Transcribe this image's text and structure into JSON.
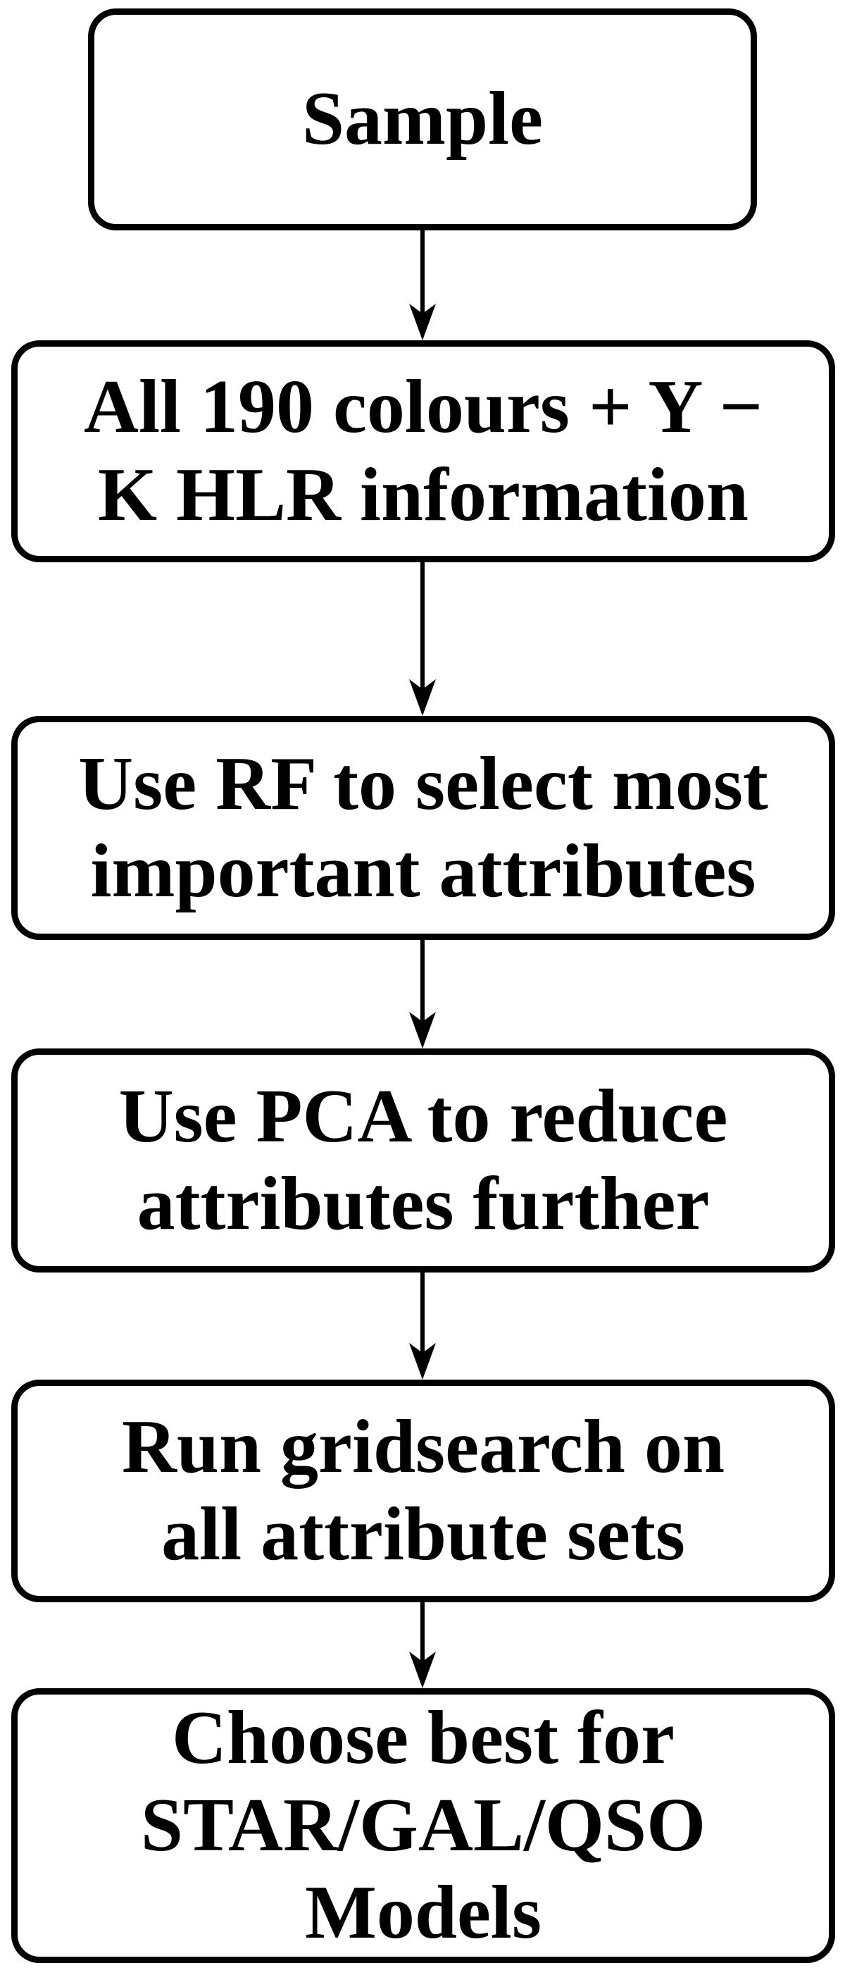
{
  "figure": {
    "type": "flowchart",
    "direction": "top-down",
    "background_color": "#ffffff",
    "node_fill_color": "#ffffff",
    "node_border_color": "#000000",
    "text_color": "#000000",
    "arrow_color": "#000000",
    "nodes": [
      {
        "id": "sample",
        "label": "Sample",
        "lines": [
          "Sample"
        ]
      },
      {
        "id": "all-colours-hlr",
        "label": "All 190 colours + Y − K HLR information",
        "lines": [
          "All 190 colours + Y −",
          "K HLR information"
        ]
      },
      {
        "id": "rf-attribute-selection",
        "label": "Use RF to select most important attributes",
        "lines": [
          "Use RF to select most",
          "important attributes"
        ]
      },
      {
        "id": "pca-reduction",
        "label": "Use PCA to reduce attributes further",
        "lines": [
          "Use PCA to reduce",
          "attributes further"
        ]
      },
      {
        "id": "gridsearch",
        "label": "Run gridsearch on all attribute sets",
        "lines": [
          "Run gridsearch on",
          "all attribute sets"
        ]
      },
      {
        "id": "choose-best-models",
        "label": "Choose best for STAR/GAL/QSO Models",
        "lines": [
          "Choose best for",
          "STAR/GAL/QSO",
          "Models"
        ]
      }
    ],
    "edges": [
      {
        "from": "sample",
        "to": "all-colours-hlr"
      },
      {
        "from": "all-colours-hlr",
        "to": "rf-attribute-selection"
      },
      {
        "from": "rf-attribute-selection",
        "to": "pca-reduction"
      },
      {
        "from": "pca-reduction",
        "to": "gridsearch"
      },
      {
        "from": "gridsearch",
        "to": "choose-best-models"
      }
    ]
  }
}
